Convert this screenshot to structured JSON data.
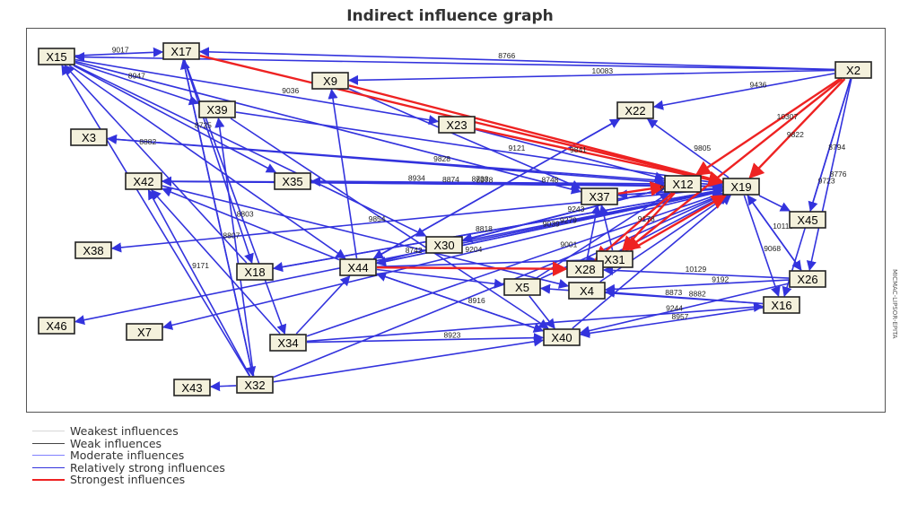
{
  "title": "Indirect influence graph",
  "side_note": "MICMAC-LIPSOR-EPITA",
  "colors": {
    "weakest": "#d8d8d8",
    "weak": "#444444",
    "moderate": "#8080ff",
    "relatively_strong": "#3333dd",
    "strongest": "#ee2222"
  },
  "legend": [
    {
      "label": "Weakest influences",
      "level": "weakest"
    },
    {
      "label": "Weak influences",
      "level": "weak"
    },
    {
      "label": "Moderate influences",
      "level": "moderate"
    },
    {
      "label": "Relatively strong influences",
      "level": "relatively_strong"
    },
    {
      "label": "Strongest influences",
      "level": "strongest"
    }
  ],
  "nodes": [
    "X15",
    "X17",
    "X9",
    "X39",
    "X3",
    "X23",
    "X22",
    "X2",
    "X42",
    "X35",
    "X37",
    "X12",
    "X19",
    "X45",
    "X38",
    "X30",
    "X44",
    "X18",
    "X31",
    "X28",
    "X5",
    "X4",
    "X26",
    "X46",
    "X7",
    "X16",
    "X34",
    "X40",
    "X43",
    "X32"
  ],
  "edges": [
    {
      "from": "X15",
      "to": "X17",
      "level": "relatively_strong",
      "value": "9017"
    },
    {
      "from": "X17",
      "to": "X19",
      "level": "strongest",
      "value": ""
    },
    {
      "from": "X2",
      "to": "X15",
      "level": "relatively_strong",
      "value": ""
    },
    {
      "from": "X2",
      "to": "X17",
      "level": "relatively_strong",
      "value": "8766"
    },
    {
      "from": "X2",
      "to": "X9",
      "level": "relatively_strong",
      "value": "10083"
    },
    {
      "from": "X2",
      "to": "X22",
      "level": "relatively_strong",
      "value": "9436"
    },
    {
      "from": "X2",
      "to": "X12",
      "level": "strongest",
      "value": "10307"
    },
    {
      "from": "X2",
      "to": "X19",
      "level": "strongest",
      "value": "9822"
    },
    {
      "from": "X2",
      "to": "X31",
      "level": "strongest",
      "value": ""
    },
    {
      "from": "X2",
      "to": "X45",
      "level": "relatively_strong",
      "value": "8794"
    },
    {
      "from": "X2",
      "to": "X26",
      "level": "relatively_strong",
      "value": "8776"
    },
    {
      "from": "X2",
      "to": "X16",
      "level": "relatively_strong",
      "value": "9723"
    },
    {
      "from": "X9",
      "to": "X19",
      "level": "strongest",
      "value": ""
    },
    {
      "from": "X15",
      "to": "X39",
      "level": "relatively_strong",
      "value": "8947"
    },
    {
      "from": "X15",
      "to": "X35",
      "level": "relatively_strong",
      "value": "8725"
    },
    {
      "from": "X15",
      "to": "X23",
      "level": "relatively_strong",
      "value": "9036"
    },
    {
      "from": "X15",
      "to": "X44",
      "level": "relatively_strong",
      "value": ""
    },
    {
      "from": "X15",
      "to": "X30",
      "level": "relatively_strong",
      "value": ""
    },
    {
      "from": "X15",
      "to": "X37",
      "level": "relatively_strong",
      "value": ""
    },
    {
      "from": "X17",
      "to": "X18",
      "level": "relatively_strong",
      "value": ""
    },
    {
      "from": "X17",
      "to": "X34",
      "level": "relatively_strong",
      "value": ""
    },
    {
      "from": "X17",
      "to": "X32",
      "level": "relatively_strong",
      "value": ""
    },
    {
      "from": "X39",
      "to": "X19",
      "level": "relatively_strong",
      "value": "9121"
    },
    {
      "from": "X23",
      "to": "X19",
      "level": "strongest",
      "value": ""
    },
    {
      "from": "X23",
      "to": "X12",
      "level": "relatively_strong",
      "value": "9841"
    },
    {
      "from": "X19",
      "to": "X3",
      "level": "relatively_strong",
      "value": "9828"
    },
    {
      "from": "X19",
      "to": "X42",
      "level": "relatively_strong",
      "value": "8978"
    },
    {
      "from": "X19",
      "to": "X35",
      "level": "relatively_strong",
      "value": "8738"
    },
    {
      "from": "X19",
      "to": "X38",
      "level": "relatively_strong",
      "value": "9854"
    },
    {
      "from": "X19",
      "to": "X18",
      "level": "relatively_strong",
      "value": "8818"
    },
    {
      "from": "X19",
      "to": "X44",
      "level": "relatively_strong",
      "value": "9039"
    },
    {
      "from": "X19",
      "to": "X46",
      "level": "relatively_strong",
      "value": "8742"
    },
    {
      "from": "X19",
      "to": "X7",
      "level": "relatively_strong",
      "value": "9204"
    },
    {
      "from": "X19",
      "to": "X22",
      "level": "relatively_strong",
      "value": "9805"
    },
    {
      "from": "X19",
      "to": "X37",
      "level": "relatively_strong",
      "value": "9484"
    },
    {
      "from": "X19",
      "to": "X16",
      "level": "relatively_strong",
      "value": "9068"
    },
    {
      "from": "X19",
      "to": "X45",
      "level": "relatively_strong",
      "value": ""
    },
    {
      "from": "X12",
      "to": "X42",
      "level": "relatively_strong",
      "value": "8934"
    },
    {
      "from": "X12",
      "to": "X30",
      "level": "relatively_strong",
      "value": "9243"
    },
    {
      "from": "X12",
      "to": "X28",
      "level": "strongest",
      "value": "9178"
    },
    {
      "from": "X12",
      "to": "X31",
      "level": "strongest",
      "value": ""
    },
    {
      "from": "X37",
      "to": "X19",
      "level": "relatively_strong",
      "value": "9459"
    },
    {
      "from": "X37",
      "to": "X12",
      "level": "strongest",
      "value": ""
    },
    {
      "from": "X44",
      "to": "X19",
      "level": "relatively_strong",
      "value": "9279"
    },
    {
      "from": "X44",
      "to": "X12",
      "level": "relatively_strong",
      "value": ""
    },
    {
      "from": "X44",
      "to": "X28",
      "level": "strongest",
      "value": ""
    },
    {
      "from": "X44",
      "to": "X9",
      "level": "relatively_strong",
      "value": ""
    },
    {
      "from": "X44",
      "to": "X22",
      "level": "relatively_strong",
      "value": ""
    },
    {
      "from": "X44",
      "to": "X42",
      "level": "relatively_strong",
      "value": "8803"
    },
    {
      "from": "X44",
      "to": "X40",
      "level": "relatively_strong",
      "value": "8916"
    },
    {
      "from": "X44",
      "to": "X31",
      "level": "relatively_strong",
      "value": ""
    },
    {
      "from": "X31",
      "to": "X19",
      "level": "strongest",
      "value": ""
    },
    {
      "from": "X31",
      "to": "X37",
      "level": "relatively_strong",
      "value": ""
    },
    {
      "from": "X28",
      "to": "X19",
      "level": "relatively_strong",
      "value": ""
    },
    {
      "from": "X28",
      "to": "X37",
      "level": "relatively_strong",
      "value": ""
    },
    {
      "from": "X30",
      "to": "X19",
      "level": "relatively_strong",
      "value": ""
    },
    {
      "from": "X30",
      "to": "X12",
      "level": "relatively_strong",
      "value": ""
    },
    {
      "from": "X5",
      "to": "X19",
      "level": "relatively_strong",
      "value": ""
    },
    {
      "from": "X5",
      "to": "X12",
      "level": "relatively_strong",
      "value": ""
    },
    {
      "from": "X4",
      "to": "X19",
      "level": "relatively_strong",
      "value": ""
    },
    {
      "from": "X26",
      "to": "X4",
      "level": "relatively_strong",
      "value": "9192"
    },
    {
      "from": "X26",
      "to": "X40",
      "level": "relatively_strong",
      "value": "9244"
    },
    {
      "from": "X26",
      "to": "X28",
      "level": "relatively_strong",
      "value": "10129"
    },
    {
      "from": "X26",
      "to": "X19",
      "level": "relatively_strong",
      "value": "10110"
    },
    {
      "from": "X16",
      "to": "X40",
      "level": "relatively_strong",
      "value": "8957"
    },
    {
      "from": "X16",
      "to": "X4",
      "level": "relatively_strong",
      "value": "8882"
    },
    {
      "from": "X16",
      "to": "X5",
      "level": "relatively_strong",
      "value": "8873"
    },
    {
      "from": "X34",
      "to": "X19",
      "level": "relatively_strong",
      "value": "9001"
    },
    {
      "from": "X34",
      "to": "X40",
      "level": "relatively_strong",
      "value": "8923"
    },
    {
      "from": "X34",
      "to": "X16",
      "level": "relatively_strong",
      "value": ""
    },
    {
      "from": "X34",
      "to": "X42",
      "level": "relatively_strong",
      "value": ""
    },
    {
      "from": "X40",
      "to": "X19",
      "level": "relatively_strong",
      "value": ""
    },
    {
      "from": "X40",
      "to": "X44",
      "level": "relatively_strong",
      "value": ""
    },
    {
      "from": "X32",
      "to": "X17",
      "level": "relatively_strong",
      "value": "8807"
    },
    {
      "from": "X32",
      "to": "X39",
      "level": "relatively_strong",
      "value": ""
    },
    {
      "from": "X32",
      "to": "X42",
      "level": "relatively_strong",
      "value": "9171"
    },
    {
      "from": "X32",
      "to": "X43",
      "level": "relatively_strong",
      "value": ""
    },
    {
      "from": "X32",
      "to": "X40",
      "level": "relatively_strong",
      "value": ""
    },
    {
      "from": "X32",
      "to": "X19",
      "level": "relatively_strong",
      "value": ""
    },
    {
      "from": "X32",
      "to": "X15",
      "level": "relatively_strong",
      "value": ""
    },
    {
      "from": "X18",
      "to": "X19",
      "level": "relatively_strong",
      "value": ""
    },
    {
      "from": "X18",
      "to": "X15",
      "level": "relatively_strong",
      "value": "8882"
    },
    {
      "from": "X35",
      "to": "X19",
      "level": "relatively_strong",
      "value": "8748"
    },
    {
      "from": "X35",
      "to": "X12",
      "level": "relatively_strong",
      "value": ""
    },
    {
      "from": "X42",
      "to": "X19",
      "level": "relatively_strong",
      "value": "8874"
    },
    {
      "from": "X42",
      "to": "X4",
      "level": "relatively_strong",
      "value": ""
    },
    {
      "from": "X39",
      "to": "X40",
      "level": "relatively_strong",
      "value": ""
    },
    {
      "from": "X3",
      "to": "X12",
      "level": "relatively_strong",
      "value": ""
    },
    {
      "from": "X9",
      "to": "X37",
      "level": "relatively_strong",
      "value": ""
    },
    {
      "from": "X22",
      "to": "X44",
      "level": "relatively_strong",
      "value": ""
    },
    {
      "from": "X19",
      "to": "X26",
      "level": "relatively_strong",
      "value": ""
    },
    {
      "from": "X5",
      "to": "X40",
      "level": "relatively_strong",
      "value": ""
    },
    {
      "from": "X44",
      "to": "X5",
      "level": "relatively_strong",
      "value": ""
    },
    {
      "from": "X34",
      "to": "X44",
      "level": "relatively_strong",
      "value": ""
    }
  ]
}
